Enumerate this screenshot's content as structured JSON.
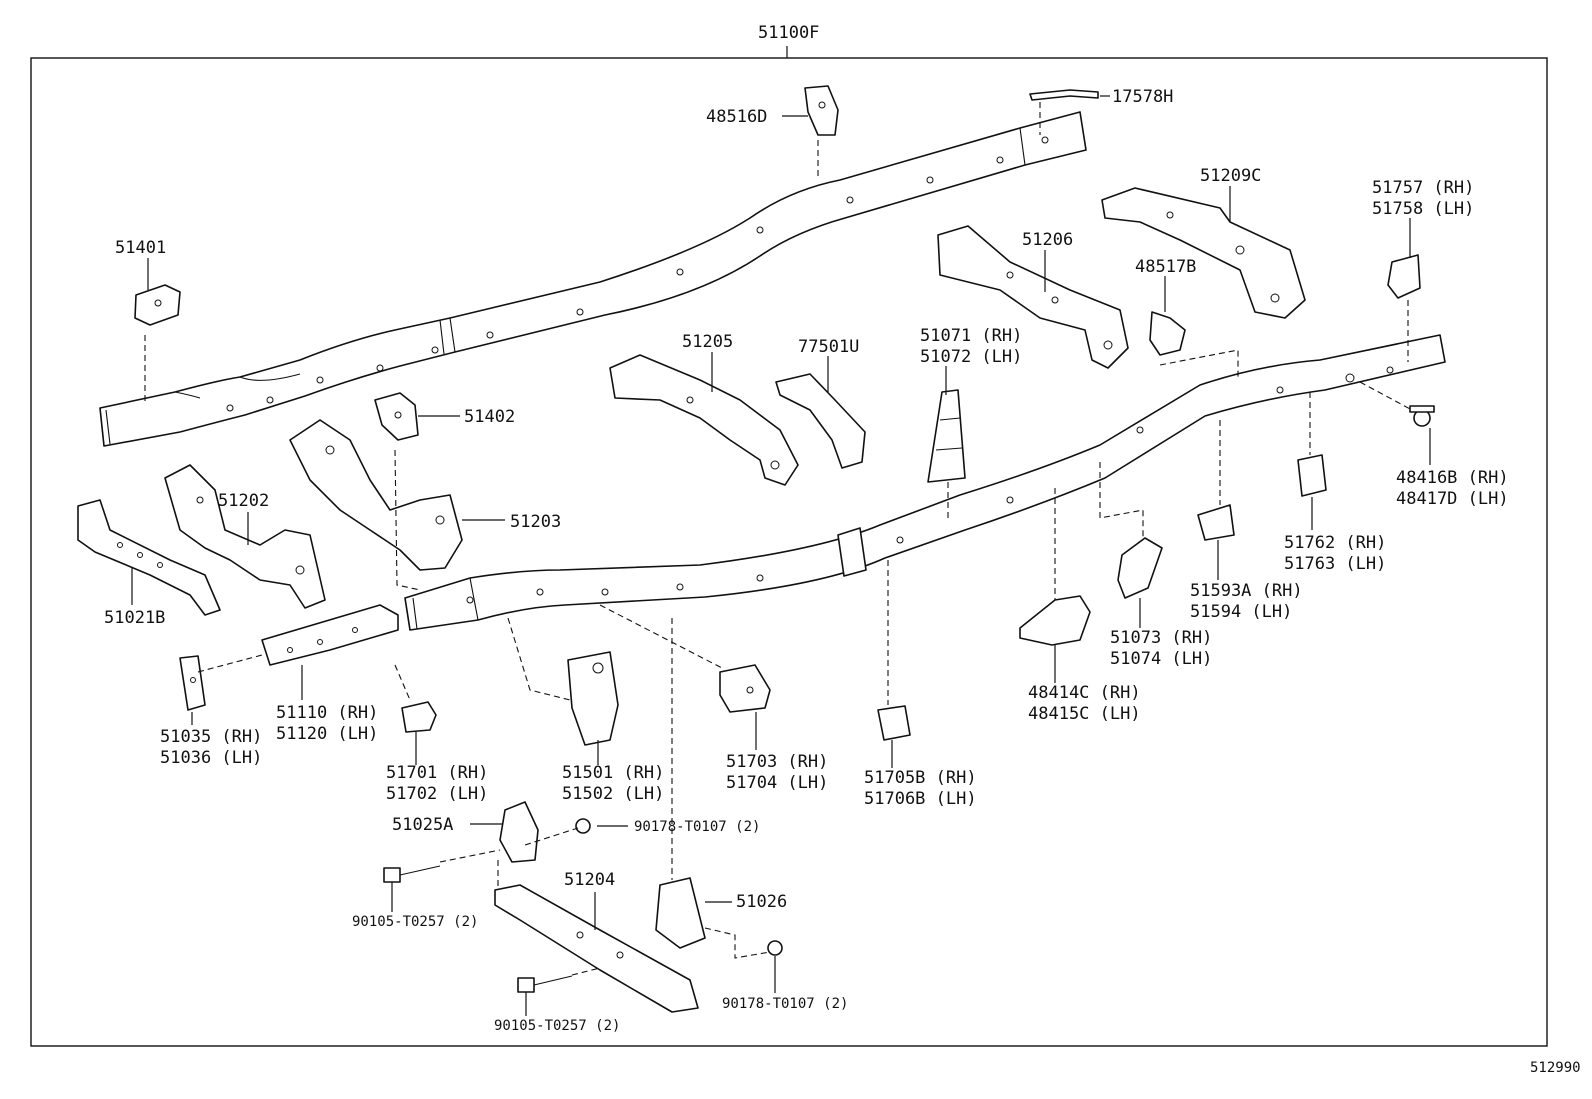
{
  "diagram": {
    "assembly_number": "51100F",
    "figure_number": "512990"
  },
  "parts": {
    "p17578H": "17578H",
    "p48516D": "48516D",
    "p51209C": "51209C",
    "p51757": "51757 (RH)",
    "p51758": "51758 (LH)",
    "p51401": "51401",
    "p51206": "51206",
    "p48517B": "48517B",
    "p51205": "51205",
    "p77501U": "77501U",
    "p51071": "51071 (RH)",
    "p51072": "51072 (LH)",
    "p51402": "51402",
    "p51202": "51202",
    "p51203": "51203",
    "p48416B": "48416B (RH)",
    "p48417D": "48417D (LH)",
    "p51762": "51762 (RH)",
    "p51763": "51763 (LH)",
    "p51021B": "51021B",
    "p51593A": "51593A (RH)",
    "p51594": "51594 (LH)",
    "p51073": "51073 (RH)",
    "p51074": "51074 (LH)",
    "p48414C": "48414C (RH)",
    "p48415C": "48415C (LH)",
    "p51035": "51035 (RH)",
    "p51036": "51036 (LH)",
    "p51110": "51110 (RH)",
    "p51120": "51120 (LH)",
    "p51703": "51703 (RH)",
    "p51704": "51704 (LH)",
    "p51705B": "51705B (RH)",
    "p51706B": "51706B (LH)",
    "p51701": "51701 (RH)",
    "p51702": "51702 (LH)",
    "p51501": "51501 (RH)",
    "p51502": "51502 (LH)",
    "p51025A": "51025A",
    "p90178a": "90178-T0107 (2)",
    "p90105a": "90105-T0257 (2)",
    "p51204": "51204",
    "p51026": "51026",
    "p90178b": "90178-T0107 (2)",
    "p90105b": "90105-T0257 (2)"
  }
}
